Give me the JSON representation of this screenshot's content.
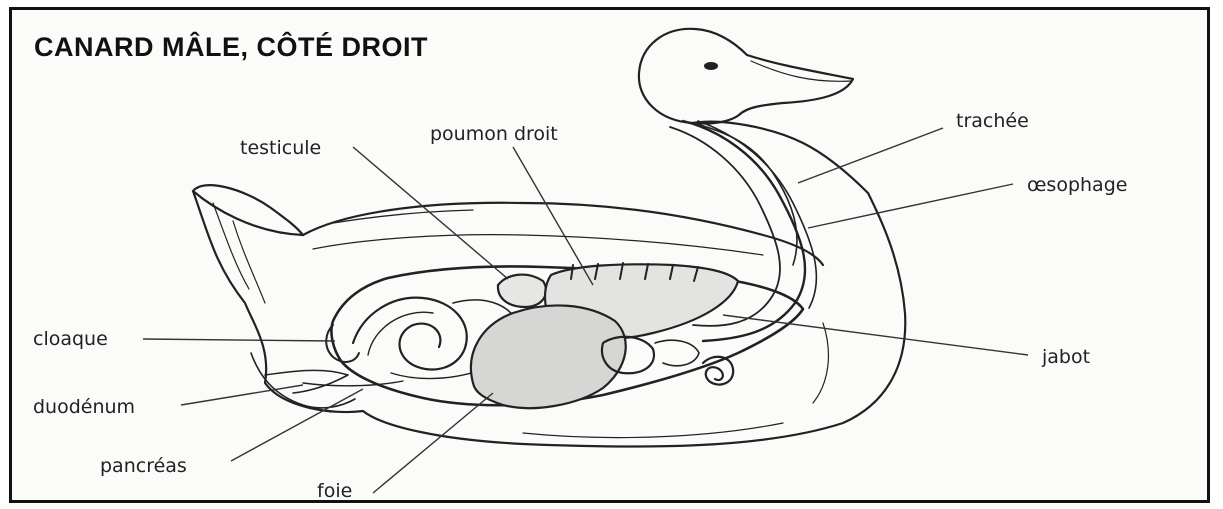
{
  "title": "CANARD MÂLE, CÔTÉ DROIT",
  "labels": {
    "testicule": "testicule",
    "poumon_droit": "poumon droit",
    "trachee": "trachée",
    "oesophage": "œsophage",
    "cloaque": "cloaque",
    "jabot": "jabot",
    "duodenum": "duodénum",
    "pancreas": "pancréas",
    "foie": "foie"
  },
  "colors": {
    "ink": "#222222",
    "organ_shade": "#d6d6d4",
    "background": "#fbfbfa"
  }
}
